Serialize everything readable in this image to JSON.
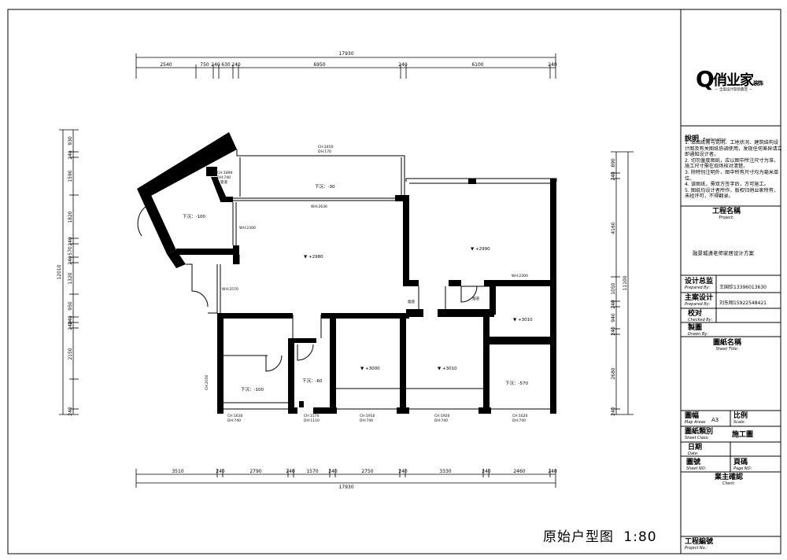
{
  "sheet": {
    "title": "原始户型图",
    "scale": "1:80"
  },
  "brand": {
    "mark": "Q",
    "name": "俏业家",
    "suffix": "装饰",
    "tagline": "— 全案设计软装典范 —"
  },
  "notes": {
    "heading": "說明",
    "heading_en": "Explanation",
    "items": [
      "1. 本图纸需与说明、工地状况、建筑结构设计图及有关图纸协调使用，发现任何差异请立即通知设计者。",
      "2. 切勿量度图纸，应以图中所注尺寸为准，施工尺寸需在现场核对清楚。",
      "3. 除特别注明外，图中所有尺寸均为毫米单位。",
      "4. 该图纸，需双方签字后，方可施工。",
      "5. 图纸均设计者所作，版权归俏业家所有，未经许可，不得翻录。"
    ]
  },
  "title_block": {
    "project_label": "工程名稱",
    "project_label_en": "Project:",
    "project_name": "融景城潇老师家居设计方案",
    "chief_label": "设计总监",
    "chief_label_en": "Prepared By:",
    "chief_value": "王国钦13396013630",
    "lead_label": "主案设计",
    "lead_label_en": "Prepared By:",
    "lead_value": "刘东翔15922548421",
    "check_label": "校对",
    "check_label_en": "Checked By:",
    "draw_label": "製圖",
    "draw_label_en": "Drawn By:",
    "sheet_title_label": "圖紙名稱",
    "sheet_title_label_en": "Sheet Title:",
    "size_label": "圖幅",
    "size_label_en": "Map Areas",
    "size_value": "A3",
    "scale_label": "比例",
    "scale_label_en": "Scale:",
    "type_label": "圖紙類別",
    "type_label_en": "Sheet Class:",
    "type_value": "施工圖",
    "date_label": "日期",
    "date_label_en": "Date:",
    "number_label": "圖號",
    "number_label_en": "Sheet NO:",
    "page_label": "頁碼",
    "page_label_en": "Page NO:",
    "owner_label": "業主確認",
    "owner_label_en": "Client:",
    "project_no_label": "工程編號",
    "project_no_label_en": "Project No.:"
  },
  "dimensions": {
    "top_total": "17930",
    "top_segments": [
      "2540",
      "750",
      "240",
      "630",
      "240",
      "6950",
      "240",
      "6100",
      "240"
    ],
    "bottom_total": "17930",
    "bottom_segments": [
      "3510",
      "240",
      "2790",
      "240",
      "1570",
      "240",
      "2750",
      "240",
      "3330",
      "240",
      "2460",
      "240"
    ],
    "left_total": "12010",
    "left_segments": [
      "930",
      "240",
      "1590",
      "1820",
      "240",
      "570",
      "240",
      "1320",
      "950",
      "240",
      "240",
      "2150",
      "240"
    ],
    "right_total": "11100",
    "right_segments": [
      "890",
      "240",
      "4160",
      "1050",
      "240",
      "940",
      "240",
      "2680",
      "240"
    ]
  },
  "rooms": {
    "level_main": "▼ +2980",
    "level_right_top": "▼ +2990",
    "level_bed_a": "▼ +3000",
    "level_bed_b": "▼ +3010",
    "level_small": "▼ +3010",
    "balcony_top": "下沉：-30",
    "balcony_left": "下沉：-100",
    "bath_left": "下沉：-100",
    "bath_mid": "下沉：-60",
    "bath_right": "下沉：-570"
  },
  "annotations": {
    "a1": "CH:2450",
    "a2": "DH:170",
    "a3": "CH:1890",
    "a4": "DH:740",
    "a5": "WH:2630",
    "a6": "WH:2300",
    "a7": "WH:2300",
    "a8": "WH:2570",
    "a9": "CH:1630",
    "a10": "DH:740",
    "a11": "CH:1570",
    "a12": "DH:1110",
    "a13": "CH:1910",
    "a14": "DH:740",
    "a15": "CH:1920",
    "a16": "DH:740",
    "a17": "CH:1620",
    "a18": "DH:740",
    "a19": "烟道",
    "a20": "烟道",
    "a21": "管道",
    "a22": "CH:2050"
  }
}
